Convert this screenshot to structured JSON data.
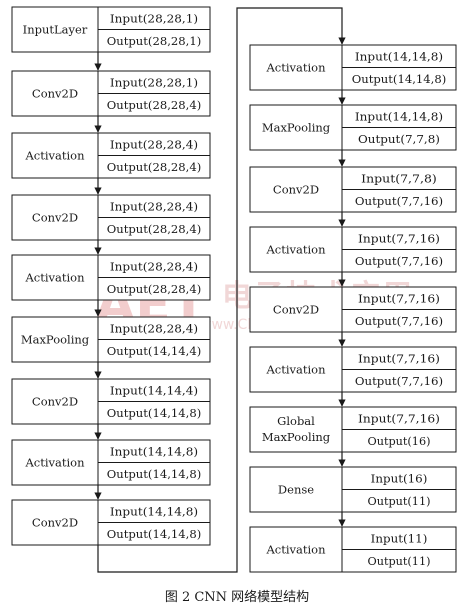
{
  "caption": "图 2   CNN 网络模型结构",
  "watermark": {
    "logo": "AET",
    "cn": "电子技术应用",
    "url": "www.ChinaAET.com"
  },
  "left_column": [
    {
      "name": "InputLayer",
      "input": "Input(28,28,1)",
      "output": "Output(28,28,1)"
    },
    {
      "name": "Conv2D",
      "input": "Input(28,28,1)",
      "output": "Output(28,28,4)"
    },
    {
      "name": "Activation",
      "input": "Input(28,28,4)",
      "output": "Output(28,28,4)"
    },
    {
      "name": "Conv2D",
      "input": "Input(28,28,4)",
      "output": "Output(28,28,4)"
    },
    {
      "name": "Activation",
      "input": "Input(28,28,4)",
      "output": "Output(28,28,4)"
    },
    {
      "name": "MaxPooling",
      "input": "Input(28,28,4)",
      "output": "Output(14,14,4)"
    },
    {
      "name": "Conv2D",
      "input": "Input(14,14,4)",
      "output": "Output(14,14,8)"
    },
    {
      "name": "Activation",
      "input": "Input(14,14,8)",
      "output": "Output(14,14,8)"
    },
    {
      "name": "Conv2D",
      "input": "Input(14,14,8)",
      "output": "Output(14,14,8)"
    }
  ],
  "right_column": [
    {
      "name": "Activation",
      "input": "Input(14,14,8)",
      "output": "Output(14,14,8)"
    },
    {
      "name": "MaxPooling",
      "input": "Input(14,14,8)",
      "output": "Output(7,7,8)"
    },
    {
      "name": "Conv2D",
      "input": "Input(7,7,8)",
      "output": "Output(7,7,16)"
    },
    {
      "name": "Activation",
      "input": "Input(7,7,16)",
      "output": "Output(7,7,16)"
    },
    {
      "name": "Conv2D",
      "input": "Input(7,7,16)",
      "output": "Output(7,7,16)"
    },
    {
      "name": "Activation",
      "input": "Input(7,7,16)",
      "output": "Output(7,7,16)"
    },
    {
      "name": "Global MaxPooling",
      "input": "Input(7,7,16)",
      "output": "Output(16)"
    },
    {
      "name": "Dense",
      "input": "Input(16)",
      "output": "Output(11)"
    },
    {
      "name": "Activation",
      "input": "Input(11)",
      "output": "Output(11)"
    }
  ]
}
